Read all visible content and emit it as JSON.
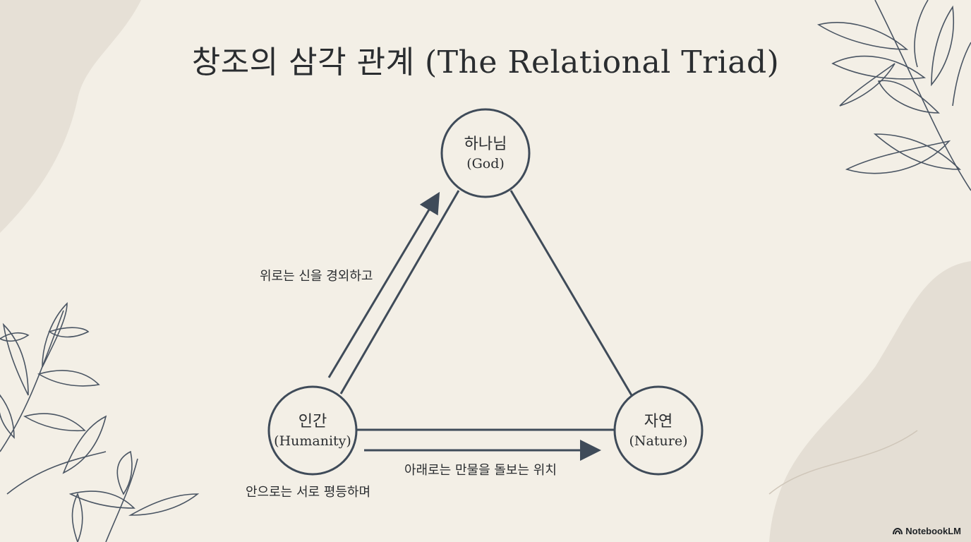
{
  "title": "창조의 삼각 관계 (The Relational Triad)",
  "nodes": {
    "god": {
      "ko": "하나님",
      "en": "(God)"
    },
    "humanity": {
      "ko": "인간",
      "en": "(Humanity)"
    },
    "nature": {
      "ko": "자연",
      "en": "(Nature)"
    }
  },
  "edges": {
    "upward": "위로는 신을 경외하고",
    "inward": "안으로는 서로 평등하며",
    "downward": "아래로는 만물을 돌보는 위치"
  },
  "brand": "NotebookLM",
  "colors": {
    "background": "#f3efe6",
    "stroke": "#3f4b59",
    "text": "#2a2d30"
  }
}
